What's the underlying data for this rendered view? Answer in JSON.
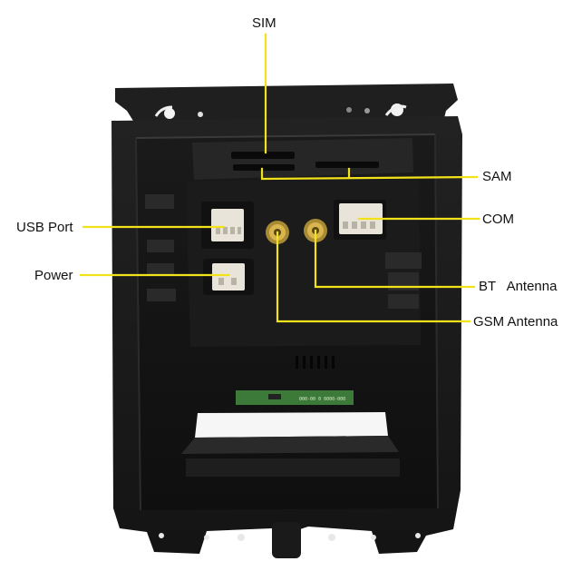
{
  "labels": {
    "sim": "SIM",
    "sam": "SAM",
    "usb_port": "USB Port",
    "com": "COM",
    "power": "Power",
    "bt_antenna": "BT   Antenna",
    "gsm_antenna": "GSM Antenna"
  },
  "colors": {
    "leader_line": "#f2e21a",
    "housing": "#1d1d1d",
    "connector": "#e9e4da",
    "sma_gold": "#c9a440",
    "pcb": "#3c7a3a"
  }
}
